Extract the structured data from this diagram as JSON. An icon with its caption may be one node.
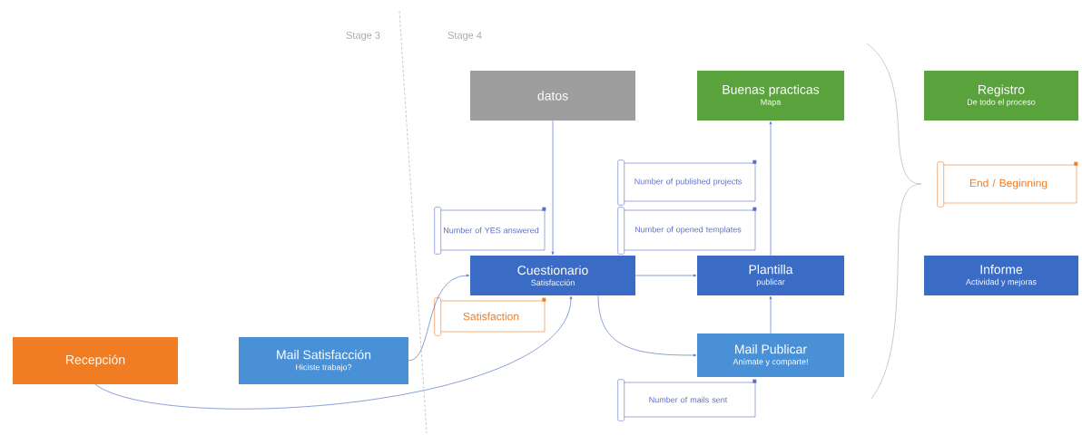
{
  "diagram": {
    "nodes": [
      {
        "text": [
          "datos"
        ]
      },
      {
        "text": [
          "Buenas practicas",
          "Mapa"
        ]
      },
      {
        "text": [
          "Registro",
          "De todo el proceso"
        ]
      },
      {
        "text": [
          "Number of published projects"
        ]
      },
      {
        "text": [
          "Number of opened templates"
        ]
      },
      {
        "text": [
          "End / Beginning"
        ]
      },
      {
        "text": [
          "Number of YES answered"
        ]
      },
      {
        "text": [
          "Cuestionario",
          "Satisfacción"
        ]
      },
      {
        "text": [
          "Plantilla",
          "publicar"
        ]
      },
      {
        "text": [
          "Informe",
          "Actividad y mejoras"
        ]
      },
      {
        "text": [
          "Satisfaction"
        ]
      },
      {
        "text": [
          "Recepción"
        ]
      },
      {
        "text": [
          "Mail Satisfacción",
          "Hiciste trabajo?"
        ]
      },
      {
        "text": [
          "Mail Publicar",
          "Anímate y comparte!"
        ]
      },
      {
        "text": [
          "Number of mails sent"
        ]
      }
    ],
    "edges": [
      {
        "from": 0,
        "to": 7,
        "arrow": "to"
      },
      {
        "from": 7,
        "to": 8,
        "arrow": "to"
      },
      {
        "from": 8,
        "to": 1,
        "arrow": "to"
      },
      {
        "from": 13,
        "to": 8,
        "arrow": "to"
      },
      {
        "from": 12,
        "to": 7,
        "arrow": "to"
      },
      {
        "from": 11,
        "to": 7,
        "arrow": "to"
      },
      {
        "from": 7,
        "to": 13,
        "arrow": "to"
      }
    ],
    "labels": [
      "Stage 3",
      "Stage 4"
    ]
  }
}
